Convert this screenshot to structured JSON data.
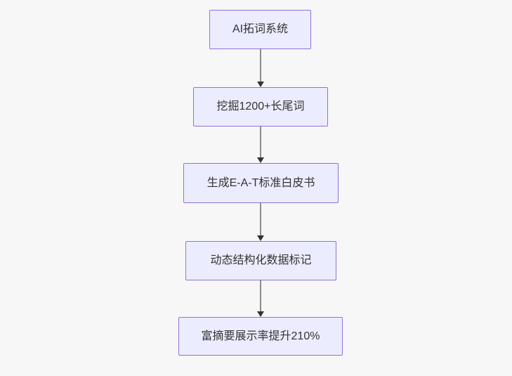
{
  "diagram": {
    "type": "flowchart",
    "direction": "top-down",
    "nodes": [
      {
        "id": "n1",
        "label": "AI拓词系统"
      },
      {
        "id": "n2",
        "label": "挖掘1200+长尾词"
      },
      {
        "id": "n3",
        "label": "生成E-A-T标准白皮书"
      },
      {
        "id": "n4",
        "label": "动态结构化数据标记"
      },
      {
        "id": "n5",
        "label": "富摘要展示率提升210%"
      }
    ],
    "edges": [
      {
        "from": "n1",
        "to": "n2"
      },
      {
        "from": "n2",
        "to": "n3"
      },
      {
        "from": "n3",
        "to": "n4"
      },
      {
        "from": "n4",
        "to": "n5"
      }
    ],
    "colors": {
      "background": "#f7f7f7",
      "node_fill": "#ececff",
      "node_border": "#9370db",
      "text": "#333333",
      "edge_line": "#8c8c8c",
      "arrowhead": "#333333"
    }
  }
}
